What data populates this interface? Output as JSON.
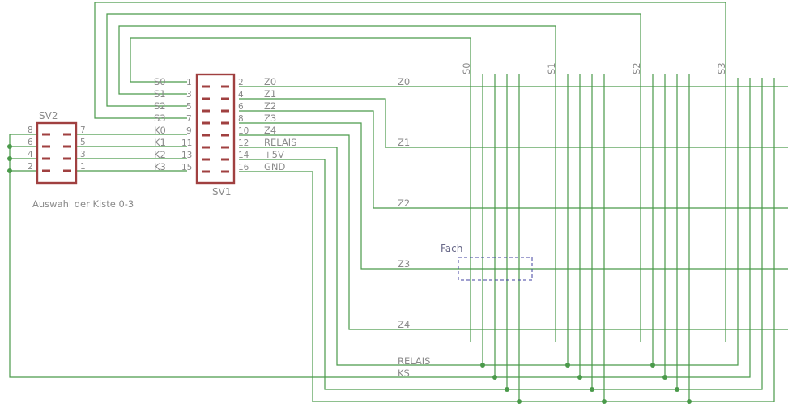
{
  "sv1": {
    "name": "SV1",
    "left_pins": [
      "1",
      "3",
      "5",
      "7",
      "9",
      "11",
      "13",
      "15"
    ],
    "right_pins": [
      "2",
      "4",
      "6",
      "8",
      "10",
      "12",
      "14",
      "16"
    ],
    "left_nets": [
      "S0",
      "S1",
      "S2",
      "S3",
      "K0",
      "K1",
      "K2",
      "K3"
    ],
    "right_nets": [
      "Z0",
      "Z1",
      "Z2",
      "Z3",
      "Z4",
      "RELAIS",
      "+5V",
      "GND"
    ]
  },
  "sv2": {
    "name": "SV2",
    "left_pins": [
      "8",
      "6",
      "4",
      "2"
    ],
    "right_pins": [
      "7",
      "5",
      "3",
      "1"
    ],
    "caption": "Auswahl der Kiste 0-3"
  },
  "rows": [
    "Z0",
    "Z1",
    "Z2",
    "Z3",
    "Z4"
  ],
  "buses": [
    "RELAIS",
    "KS"
  ],
  "columns": [
    "S0",
    "S1",
    "S2",
    "S3"
  ],
  "fach": {
    "label": "Fach"
  },
  "colors": {
    "wire": "#4a9a4a",
    "part": "#a04040",
    "text": "#8a8a8a",
    "fach": "#4040a0"
  }
}
